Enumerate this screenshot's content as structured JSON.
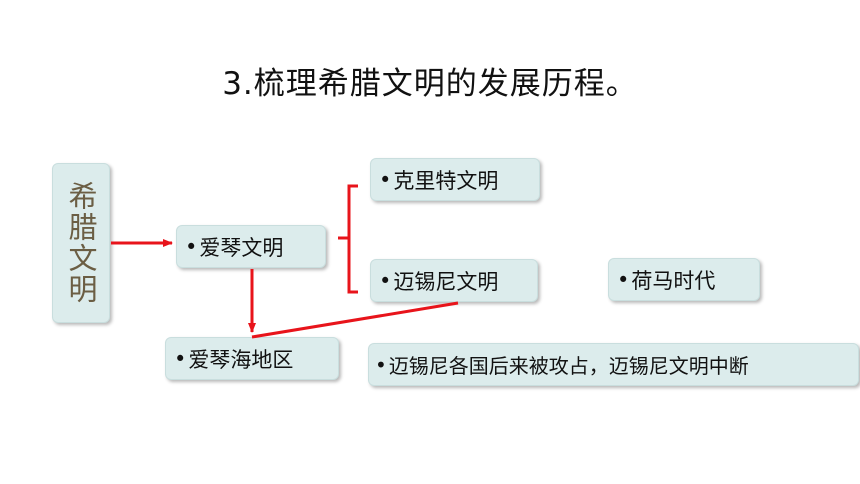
{
  "title": "3.梳理希腊文明的发展历程。",
  "root": "希腊文明",
  "bullet": "•",
  "nodes": {
    "aiqin": "爱琴文明",
    "crete": "克里特文明",
    "mycenae": "迈锡尼文明",
    "homer": "荷马时代",
    "aegean_region": "爱琴海地区",
    "mycenae_end": "迈锡尼各国后来被攻占，迈锡尼文明中断"
  },
  "colors": {
    "box_fill": "#dcecec",
    "arrow": "#e8141b",
    "root_text": "#6b5e44"
  }
}
